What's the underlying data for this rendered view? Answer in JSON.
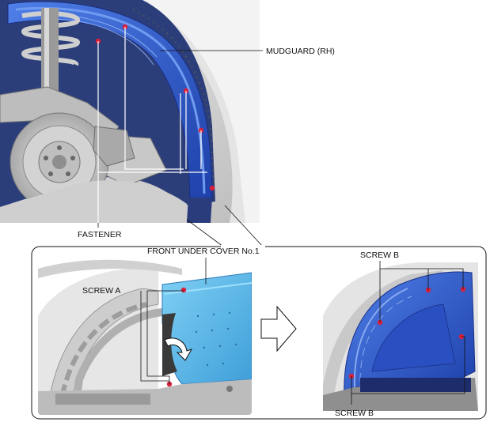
{
  "labels": {
    "mudguard": "MUDGUARD (RH)",
    "fastener": "FASTENER",
    "front_under_cover": "FRONT UNDER COVER No.1",
    "screw_a": "SCREW A",
    "screw_b_top": "SCREW B",
    "screw_b_bottom": "SCREW B"
  },
  "colors": {
    "part_blue": "#2f5fd8",
    "cover_blue": "#5ab8ec",
    "fastener_red": "#d8203a",
    "body_grey": "#d9d9d9",
    "line": "#111111"
  },
  "icons": {
    "arrow": "right-arrow-outline",
    "motion": "curved-arrow"
  }
}
